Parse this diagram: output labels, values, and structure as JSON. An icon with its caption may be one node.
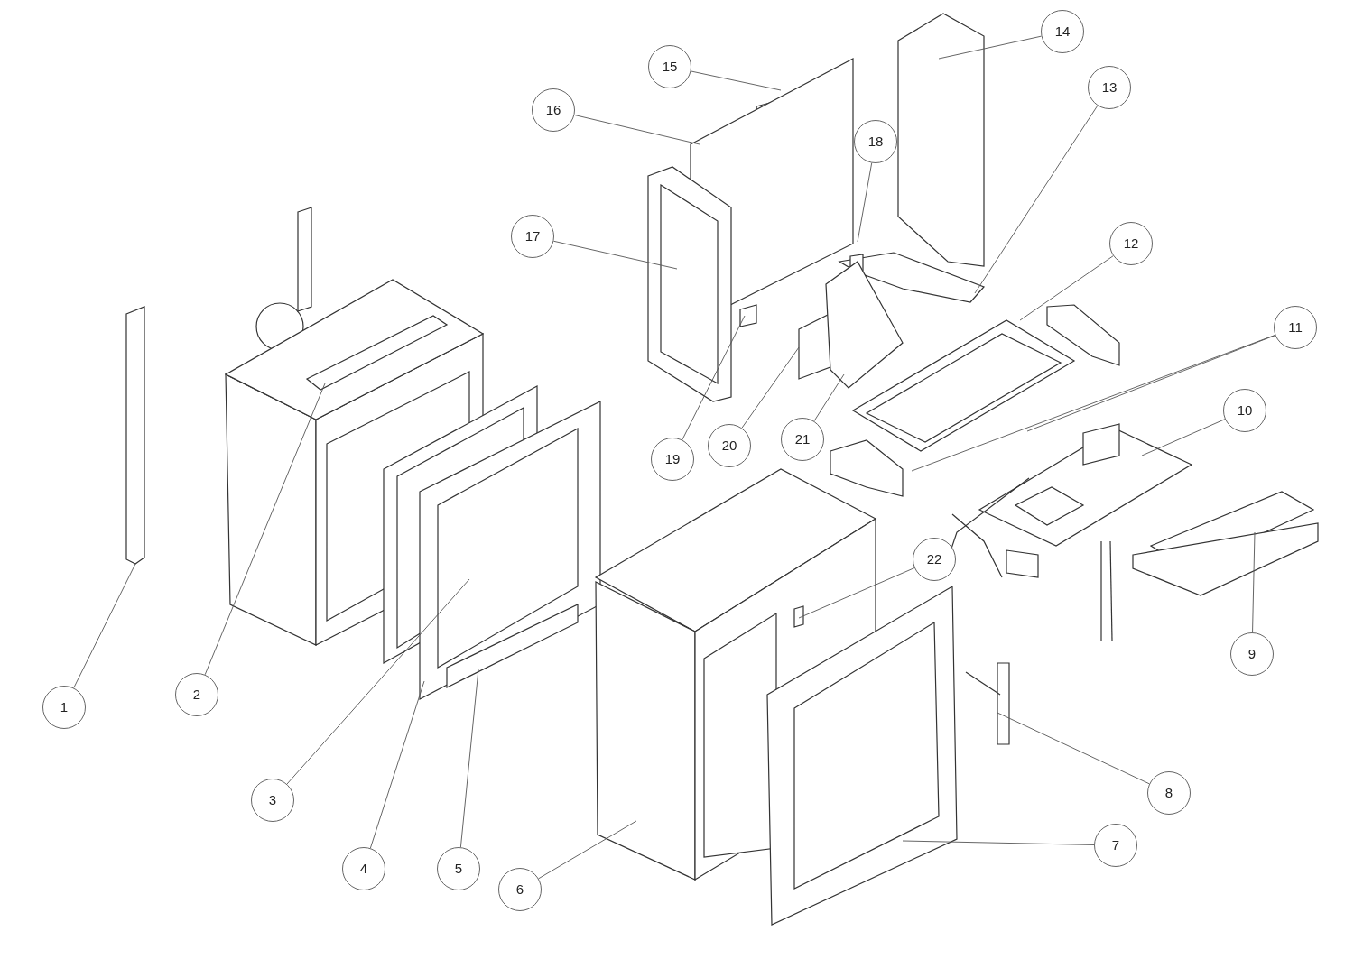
{
  "diagram": {
    "nodes": [
      {
        "text": [
          "1"
        ]
      },
      {
        "text": [
          "2"
        ]
      },
      {
        "text": [
          "3"
        ]
      },
      {
        "text": [
          "4"
        ]
      },
      {
        "text": [
          "5"
        ]
      },
      {
        "text": [
          "6"
        ]
      },
      {
        "text": [
          "7"
        ]
      },
      {
        "text": [
          "8"
        ]
      },
      {
        "text": [
          "9"
        ]
      },
      {
        "text": [
          "10"
        ]
      },
      {
        "text": [
          "11"
        ]
      },
      {
        "text": [
          "12"
        ]
      },
      {
        "text": [
          "13"
        ]
      },
      {
        "text": [
          "14"
        ]
      },
      {
        "text": [
          "15"
        ]
      },
      {
        "text": [
          "16"
        ]
      },
      {
        "text": [
          "17"
        ]
      },
      {
        "text": [
          "18"
        ]
      },
      {
        "text": [
          "19"
        ]
      },
      {
        "text": [
          "20"
        ]
      },
      {
        "text": [
          "21"
        ]
      },
      {
        "text": [
          "22"
        ]
      }
    ],
    "edges": [
      {
        "from": 0,
        "to": null,
        "arrow": "none"
      },
      {
        "from": 1,
        "to": null,
        "arrow": "none"
      },
      {
        "from": 2,
        "to": null,
        "arrow": "none"
      },
      {
        "from": 3,
        "to": null,
        "arrow": "none"
      },
      {
        "from": 4,
        "to": null,
        "arrow": "none"
      },
      {
        "from": 5,
        "to": null,
        "arrow": "none"
      },
      {
        "from": 6,
        "to": null,
        "arrow": "none"
      },
      {
        "from": 7,
        "to": null,
        "arrow": "none"
      },
      {
        "from": 8,
        "to": null,
        "arrow": "none"
      },
      {
        "from": 9,
        "to": null,
        "arrow": "none"
      },
      {
        "from": 10,
        "to": null,
        "arrow": "none"
      },
      {
        "from": 10,
        "to": null,
        "arrow": "none"
      },
      {
        "from": 11,
        "to": null,
        "arrow": "none"
      },
      {
        "from": 12,
        "to": null,
        "arrow": "none"
      },
      {
        "from": 13,
        "to": null,
        "arrow": "none"
      },
      {
        "from": 14,
        "to": null,
        "arrow": "none"
      },
      {
        "from": 15,
        "to": null,
        "arrow": "none"
      },
      {
        "from": 16,
        "to": null,
        "arrow": "none"
      },
      {
        "from": 17,
        "to": null,
        "arrow": "none"
      },
      {
        "from": 18,
        "to": null,
        "arrow": "none"
      },
      {
        "from": 19,
        "to": null,
        "arrow": "none"
      },
      {
        "from": 20,
        "to": null,
        "arrow": "none"
      },
      {
        "from": 21,
        "to": null,
        "arrow": "none"
      }
    ]
  }
}
